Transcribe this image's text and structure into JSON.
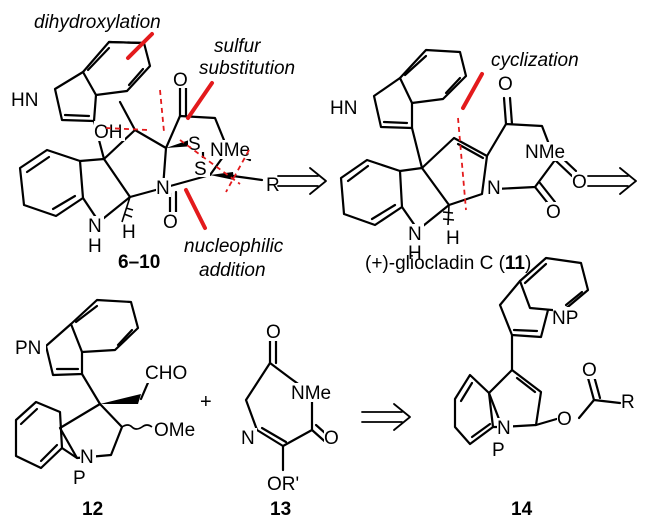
{
  "colors": {
    "bond": "#000000",
    "annotation": "#e31a1c"
  },
  "annotations": {
    "dihydroxylation": "dihydroxylation",
    "sulfur_1": "sulfur",
    "sulfur_2": "substitution",
    "cyclization": "cyclization",
    "nucleophilic_1": "nucleophilic",
    "nucleophilic_2": "addition"
  },
  "atoms": {
    "hn": "HN",
    "oh": "OH",
    "o": "O",
    "s": "S",
    "nme": "NMe",
    "n": "N",
    "nh": "N",
    "h": "H",
    "r": "R",
    "hn2": "HN",
    "pn": "PN",
    "cho": "CHO",
    "ome": "OMe",
    "p": "P",
    "nme2": "NMe",
    "ns": "N",
    "or": "OR'",
    "np": "NP"
  },
  "compounds": {
    "c6_10": {
      "label": "6–10"
    },
    "c11": {
      "prefix": "(+)-gliocladin C (",
      "number": "11",
      "suffix": ")"
    },
    "c12": {
      "label": "12"
    },
    "c13": {
      "label": "13"
    },
    "c14": {
      "label": "14"
    }
  },
  "plus": "+",
  "arrows": [
    "retrosynthesis-arrow",
    "retrosynthesis-arrow",
    "retrosynthesis-arrow"
  ]
}
